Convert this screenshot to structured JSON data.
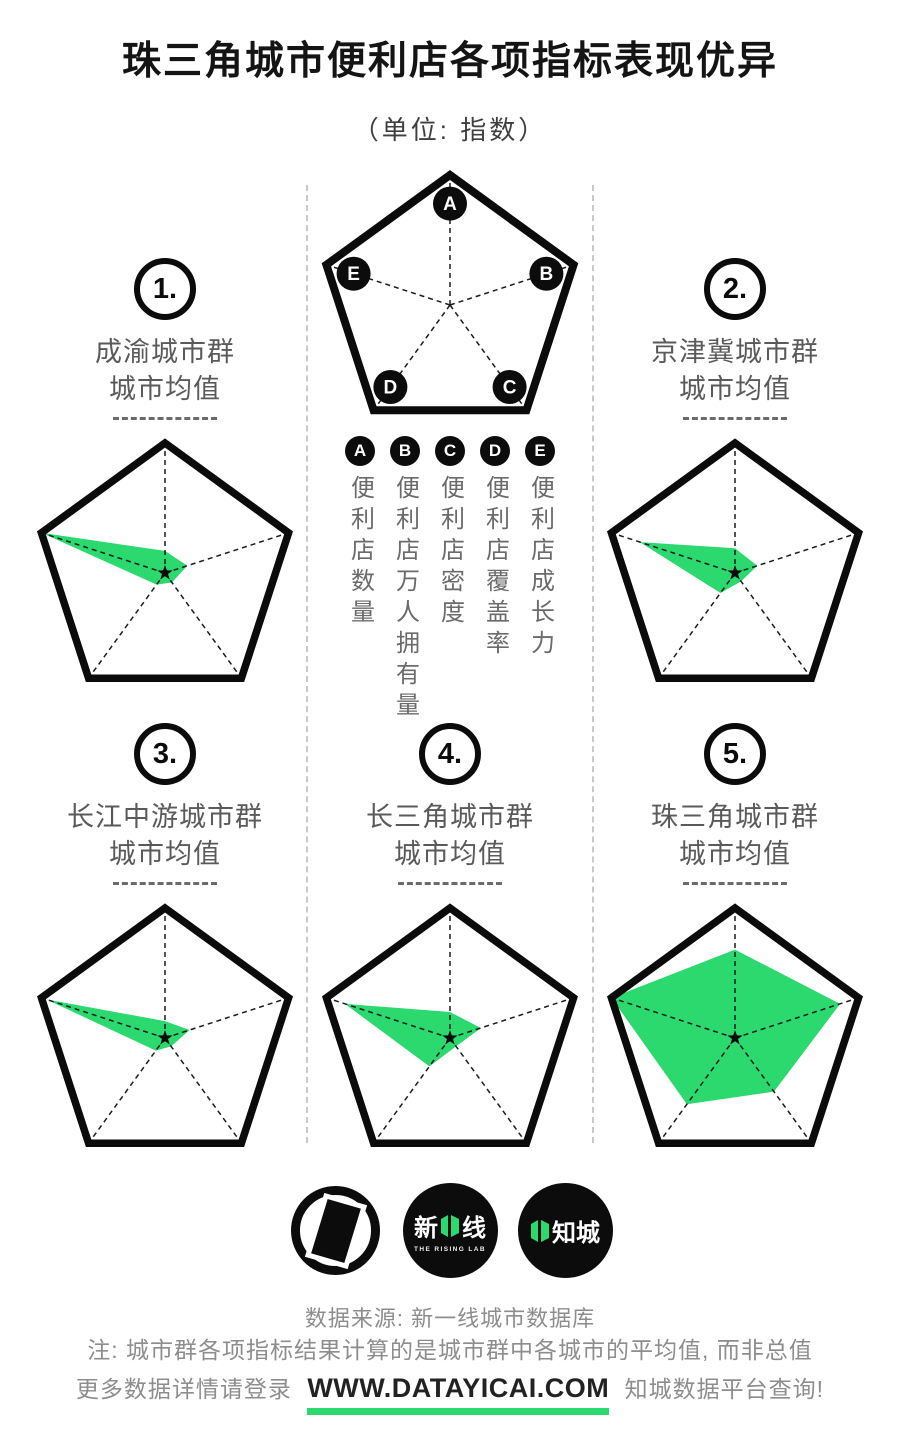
{
  "title": "珠三角城市便利店各项指标表现优异",
  "subtitle": "（单位: 指数）",
  "colors": {
    "accent_green": "#2bd96f",
    "outline_black": "#0b0b0b",
    "gray_text": "#5a5a5a",
    "footer_gray": "#8d8d8d"
  },
  "legend": {
    "items": [
      {
        "key": "A",
        "label": "便利店数量"
      },
      {
        "key": "B",
        "label": "便利店万人拥有量"
      },
      {
        "key": "C",
        "label": "便利店密度"
      },
      {
        "key": "D",
        "label": "便利店覆盖率"
      },
      {
        "key": "E",
        "label": "便利店成长力"
      }
    ]
  },
  "chart_data": {
    "type": "radar",
    "shape": "pentagon",
    "unit": "指数",
    "axes": [
      "A 便利店数量",
      "B 便利店万人拥有量",
      "C 便利店密度",
      "D 便利店覆盖率",
      "E 便利店成长力"
    ],
    "range": [
      0,
      1
    ],
    "series": [
      {
        "index": "1.",
        "name_line1": "成渝城市群",
        "name_line2": "城市均值",
        "values": [
          0.17,
          0.18,
          0.09,
          0.11,
          1.0
        ]
      },
      {
        "index": "2.",
        "name_line1": "京津冀城市群",
        "name_line2": "城市均值",
        "values": [
          0.19,
          0.18,
          0.08,
          0.19,
          0.77
        ]
      },
      {
        "index": "3.",
        "name_line1": "长江中游城市群",
        "name_line2": "城市均值",
        "values": [
          0.13,
          0.2,
          0.08,
          0.12,
          0.96
        ]
      },
      {
        "index": "4.",
        "name_line1": "长三角城市群",
        "name_line2": "城市均值",
        "values": [
          0.2,
          0.25,
          0.08,
          0.27,
          0.85
        ]
      },
      {
        "index": "5.",
        "name_line1": "珠三角城市群",
        "name_line2": "城市均值",
        "values": [
          0.68,
          0.85,
          0.51,
          0.63,
          1.0
        ]
      }
    ]
  },
  "footer": {
    "rising_lab_left": "新",
    "rising_lab_right": "线",
    "rising_lab_sub": "THE RISING LAB",
    "zhicheng": "知城",
    "source": "数据来源: 新一线城市数据库",
    "note": "注: 城市群各项指标结果计算的是城市群中各城市的平均值, 而非总值",
    "cta_prefix": "更多数据详情请登录",
    "cta_url": "WWW.DATAYICAI.COM",
    "cta_suffix": "知城数据平台查询!"
  }
}
